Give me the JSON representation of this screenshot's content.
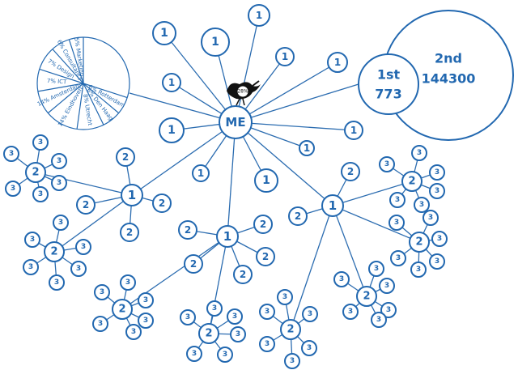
{
  "me_label": "ME",
  "degree_labels": {
    "first": "1",
    "second": "2",
    "third": "3"
  },
  "reach": {
    "first": {
      "label": "1st",
      "count": "773"
    },
    "second": {
      "label": "2nd",
      "count": "144300"
    }
  },
  "bird_badge": "28%",
  "pie_slices": [
    {
      "label": "6% Rotterdam"
    },
    {
      "label": "6% Den Haag"
    },
    {
      "label": "8% Utrecht"
    },
    {
      "label": "14% Eindhoven"
    },
    {
      "label": "14% Amsterdam"
    },
    {
      "label": "7% ICT"
    },
    {
      "label": "7% Design"
    },
    {
      "label": "6% Consultancy"
    },
    {
      "label": "5% Marketing"
    }
  ],
  "colors": {
    "primary": "#2268b0",
    "background": "#ffffff"
  }
}
